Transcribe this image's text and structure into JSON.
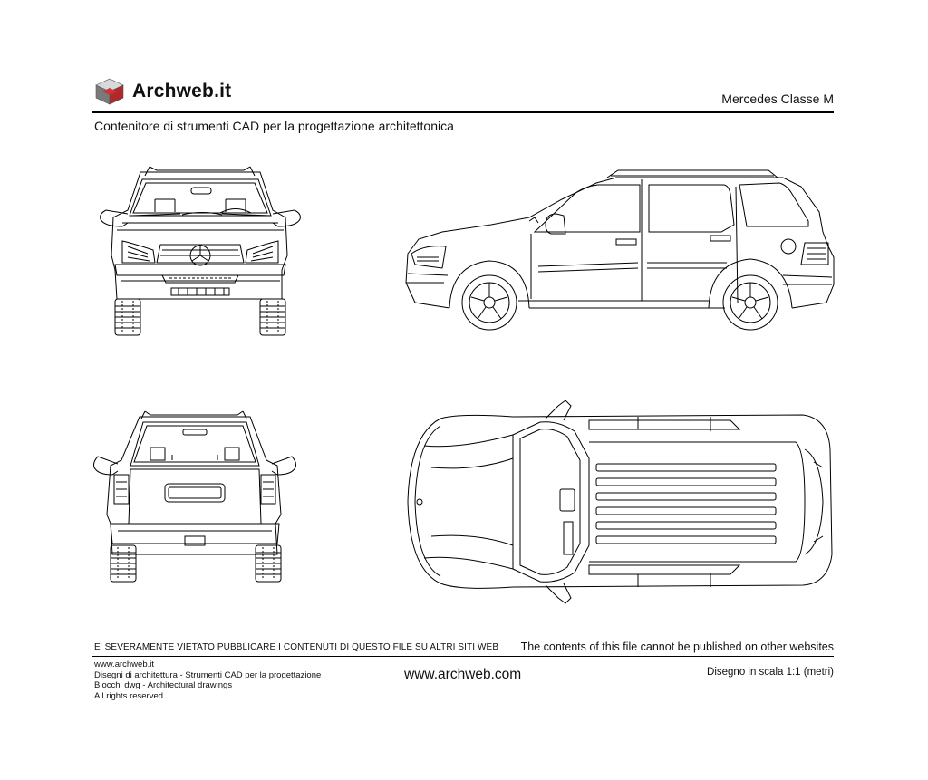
{
  "header": {
    "brand": "Archweb.it",
    "drawing_title": "Mercedes Classe M",
    "subtitle": "Contenitore di strumenti CAD per la progettazione architettonica",
    "logo_color": "#b0282a"
  },
  "footer": {
    "warning_it": "E' SEVERAMENTE VIETATO PUBBLICARE I CONTENUTI DI QUESTO FILE SU ALTRI SITI WEB",
    "warning_en": "The contents of this file cannot be published on other websites",
    "info_lines": [
      "www.archweb.it",
      "Disegni di architettura - Strumenti CAD  per la progettazione",
      "Blocchi dwg - Architectural drawings",
      "All rights reserved"
    ],
    "website": "www.archweb.com",
    "scale_note": "Disegno in scala 1:1 (metri)"
  },
  "views": [
    "front-view",
    "side-view",
    "rear-view",
    "top-view"
  ]
}
